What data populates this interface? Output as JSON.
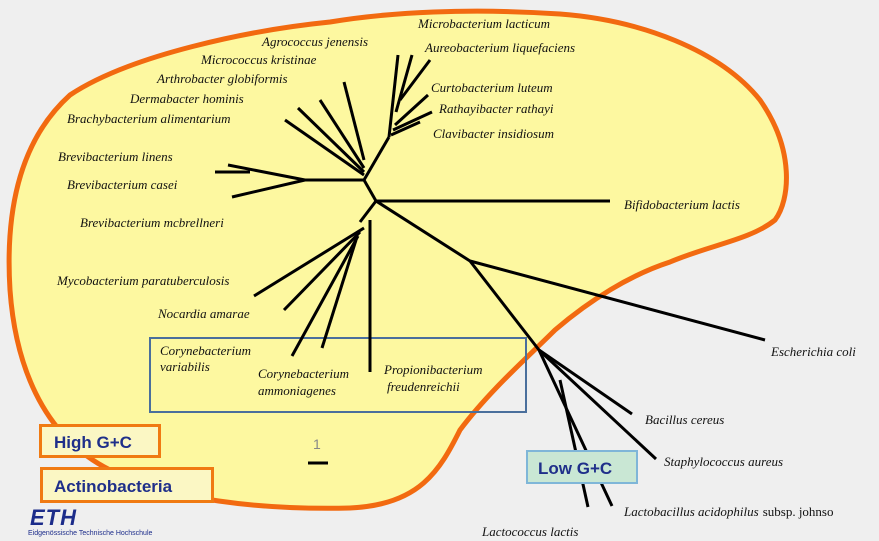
{
  "taxa": [
    "Microbacterium lacticum",
    "Agrococcus jenensis",
    "Aureobacterium liquefaciens",
    "Micrococcus kristinae",
    "Arthrobacter globiformis",
    "Curtobacterium luteum",
    "Dermabacter hominis",
    "Rathayibacter rathayi",
    "Brachybacterium alimentarium",
    "Clavibacter insidiosum",
    "Brevibacterium linens",
    "Brevibacterium casei",
    "Bifidobacterium lactis",
    "Brevibacterium mcbrellneri",
    "Mycobacterium paratuberculosis",
    "Nocardia amarae",
    "Escherichia coli",
    "Corynebacterium",
    "variabilis",
    "Corynebacterium",
    "ammoniagenes",
    "Propionibacterium",
    "freudenreichii",
    "Bacillus cereus",
    "Staphylococcus aureus",
    "Lactobacillus acidophilus",
    "subsp. johnso",
    "Lactococcus lactis"
  ],
  "scale_label": "1",
  "groups": {
    "high_gc": "High G+C",
    "actinobacteria": "Actinobacteria",
    "low_gc": "Low G+C"
  },
  "logo": {
    "mark": "ETH",
    "institution": "Eidgenössische Technische Hochschule"
  },
  "colors": {
    "region_fill": "#fdf8a0",
    "region_outline": "#f26a10",
    "box_outline": "#4a6f9c",
    "low_gc_fill": "#c9e7d4",
    "label_text": "#1f2f8a"
  }
}
